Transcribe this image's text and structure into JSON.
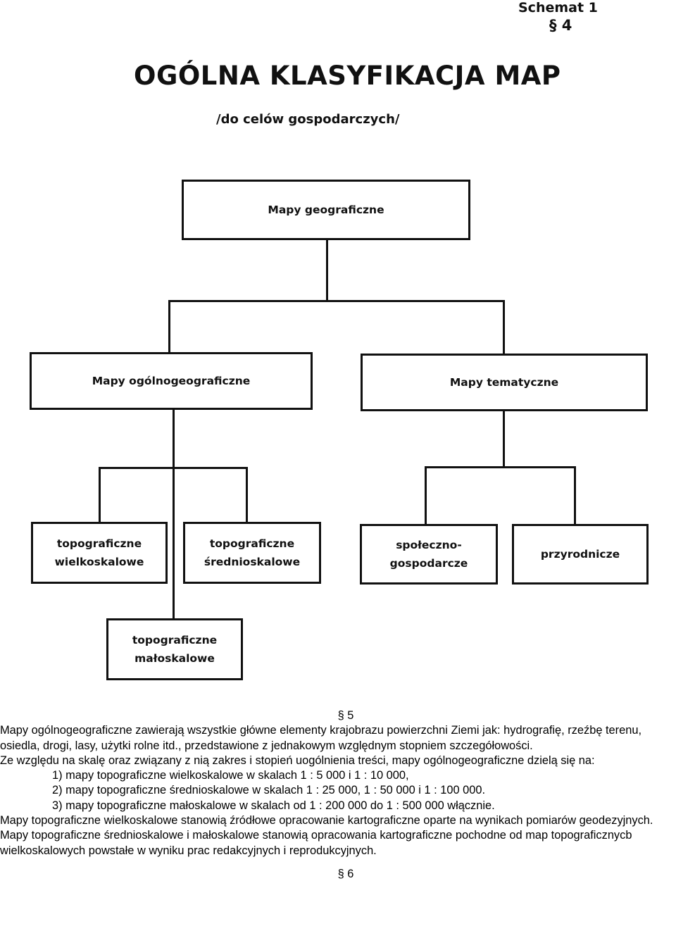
{
  "scheme": {
    "label": "Schemat 1",
    "number": "§ 4",
    "title": "OGÓLNA KLASYFIKACJA MAP",
    "subtitle": "/do celów gospodarczych/"
  },
  "diagram": {
    "root": {
      "line1": "Mapy geograficzne"
    },
    "general": {
      "line1": "Mapy ogólnogeograficzne"
    },
    "thematic": {
      "line1": "Mapy tematyczne"
    },
    "topo_large": {
      "line1": "topograficzne",
      "line2": "wielkoskalowe"
    },
    "topo_medium": {
      "line1": "topograficzne",
      "line2": "średnioskalowe"
    },
    "socio_economic": {
      "line1": "społeczno-",
      "line2": "gospodarcze"
    },
    "natural": {
      "line1": "przyrodnicze"
    },
    "topo_small": {
      "line1": "topograficzne",
      "line2": "małoskalowe"
    }
  },
  "text": {
    "section_5": "§ 5",
    "p1": "Mapy ogólnogeograficzne zawierają wszystkie główne elementy krajobrazu powierzchni Ziemi jak: hydrografię, rzeźbę terenu, osiedla, drogi, lasy, użytki rolne itd., przedstawione z jednakowym względnym stopniem szczegółowości.",
    "p2": "Ze względu na skalę oraz związany z nią zakres i stopień uogólnienia treści, mapy ogólnogeograficzne dzielą się na:",
    "li1": "1) mapy topograficzne wielkoskalowe w skalach 1 : 5 000 i 1 : 10 000,",
    "li2": "2) mapy topograficzne średnioskalowe w skalach 1 : 25 000, 1 : 50 000 i 1 : 100 000.",
    "li3": "3) mapy topograficzne małoskalowe w skalach od 1 : 200 000 do 1 : 500 000 włącznie.",
    "p3": "Mapy topograficzne wielkoskalowe stanowią źródłowe opracowanie kartograficzne oparte na wynikach pomiarów geodezyjnych.",
    "p4": "Mapy topograficzne średnioskalowe i małoskalowe stanowią opracowania kartograficzne pochodne od map topograficznycb wielkoskalowych powstałe w wyniku prac redakcyjnych i reprodukcyjnych.",
    "section_6": "§ 6"
  }
}
